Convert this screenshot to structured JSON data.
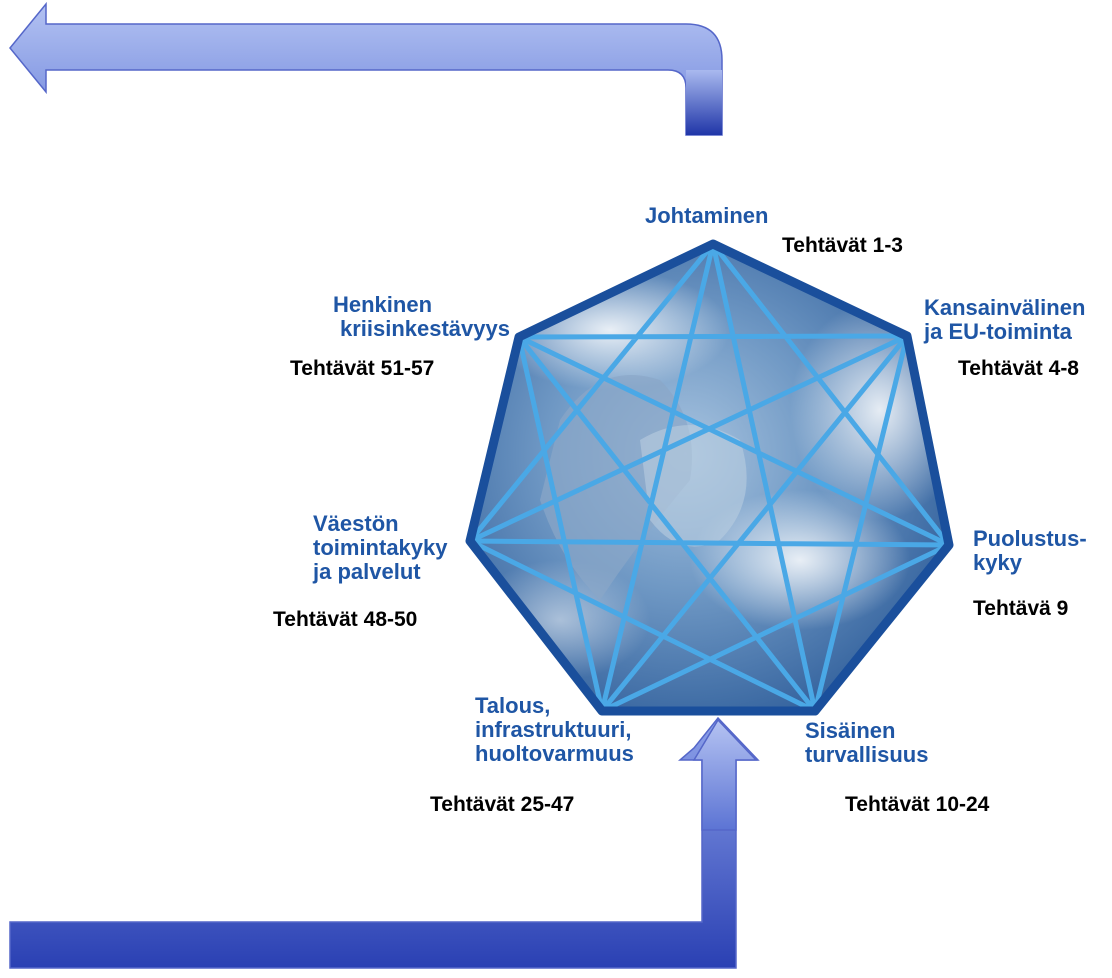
{
  "colors": {
    "arrow_light": "#a9b9ef",
    "arrow_dark": "#2036a8",
    "heptagon_border": "#1a4f9c",
    "star_lines": "#4aa8e6",
    "domain_text": "#1f56a5",
    "task_text": "#000000"
  },
  "nodes": [
    {
      "domain": [
        "Johtaminen"
      ],
      "tasks": "Tehtävät 1-3"
    },
    {
      "domain": [
        "Kansainvälinen",
        "ja EU-toiminta"
      ],
      "tasks": "Tehtävät 4-8"
    },
    {
      "domain": [
        "Puolustus-",
        "kyky"
      ],
      "tasks": "Tehtävä 9"
    },
    {
      "domain": [
        "Sisäinen",
        "turvallisuus"
      ],
      "tasks": "Tehtävät 10-24"
    },
    {
      "domain": [
        "Talous,",
        "infrastruktuuri,",
        "huoltovarmuus"
      ],
      "tasks": "Tehtävät 25-47"
    },
    {
      "domain": [
        "Väestön",
        "toimintakyky",
        "ja palvelut"
      ],
      "tasks": "Tehtävät 48-50"
    },
    {
      "domain": [
        "Henkinen",
        "kriisinkestävyys"
      ],
      "tasks": "Tehtävät 51-57"
    }
  ]
}
